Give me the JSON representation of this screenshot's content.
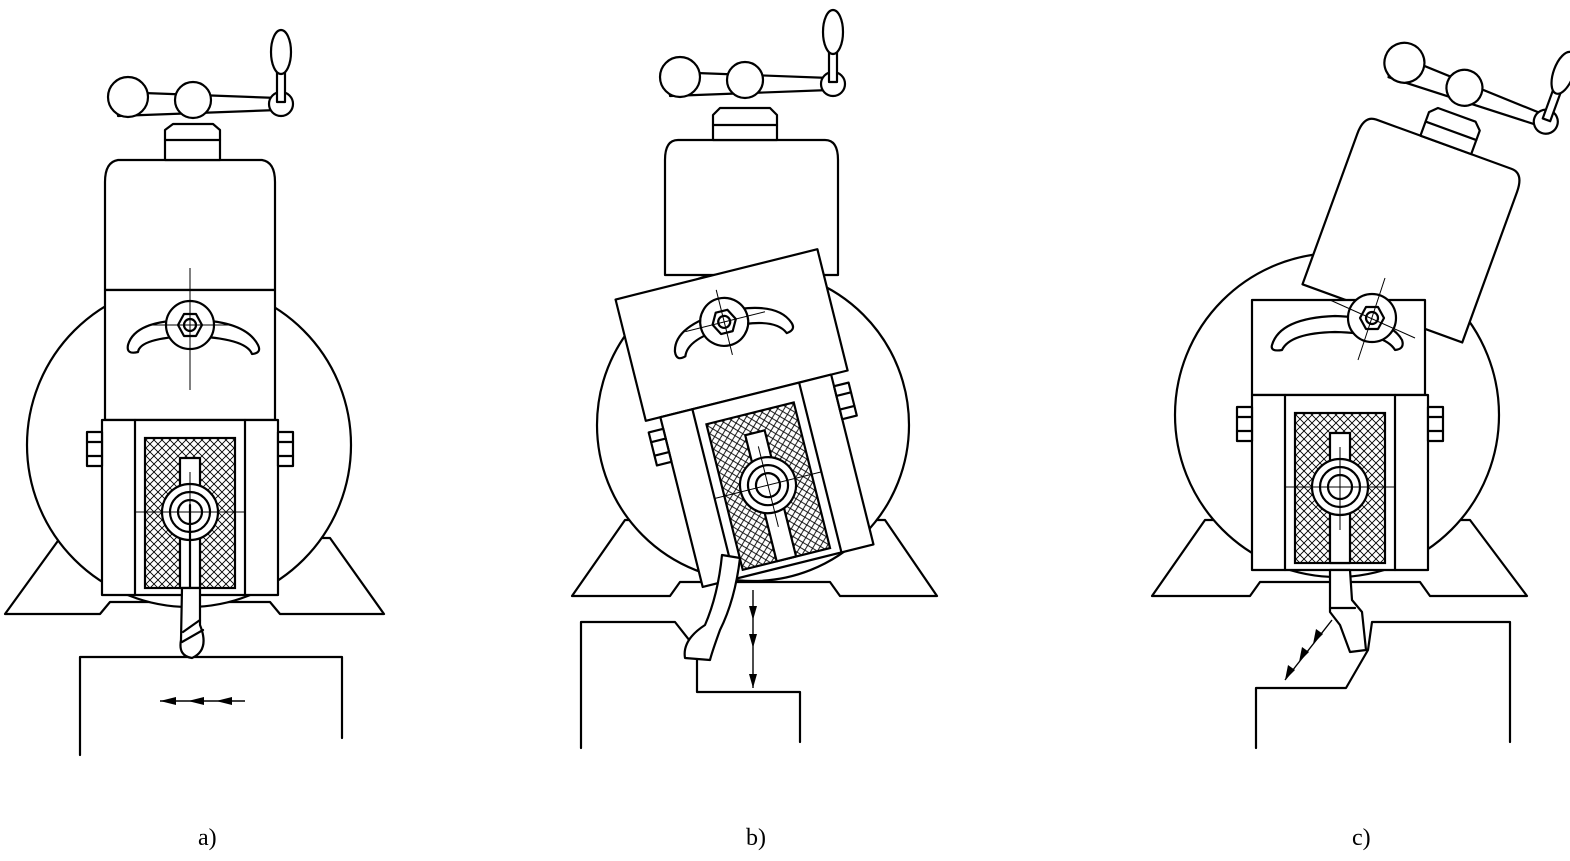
{
  "figure": {
    "panels": [
      {
        "id": "a",
        "caption": "a)",
        "feed": "horizontal",
        "tilt_deg": 0,
        "head_tilt_deg": 0
      },
      {
        "id": "b",
        "caption": "b)",
        "feed": "vertical",
        "tilt_deg": -14,
        "head_tilt_deg": 0
      },
      {
        "id": "c",
        "caption": "c)",
        "feed": "oblique",
        "tilt_deg": 0,
        "head_tilt_deg": 20
      }
    ],
    "colors": {
      "line": "#000000",
      "background": "#ffffff"
    }
  }
}
